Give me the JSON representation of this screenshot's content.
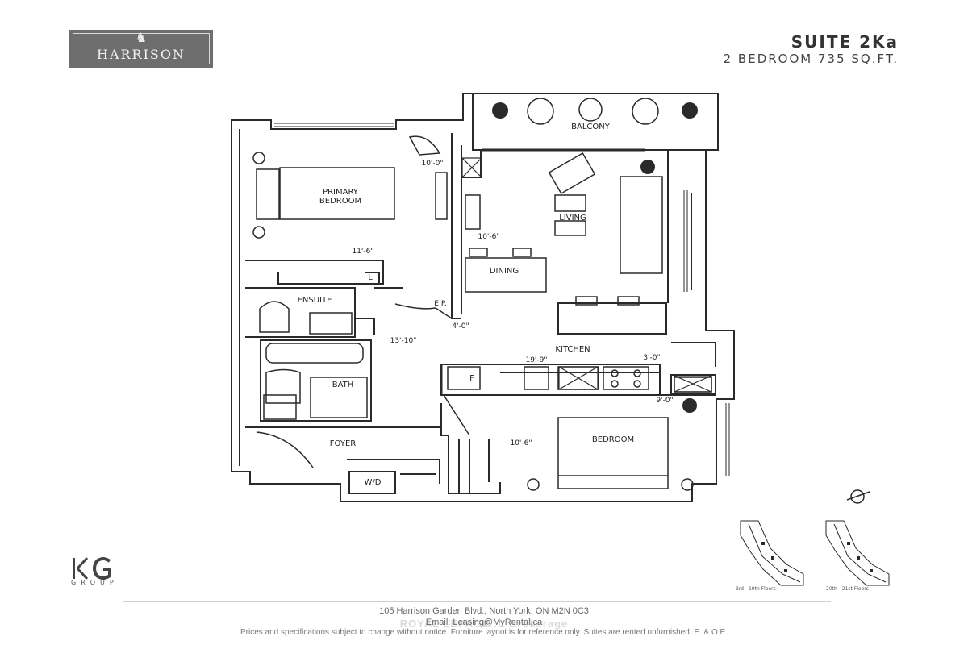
{
  "brand": {
    "name": "HARRISON",
    "developer_logo": "KG",
    "developer_word": "GROUP"
  },
  "suite": {
    "title": "SUITE 2Ka",
    "subtitle": "2 BEDROOM 735 SQ.FT."
  },
  "rooms": {
    "balcony": "BALCONY",
    "primary_bedroom_line1": "PRIMARY",
    "primary_bedroom_line2": "BEDROOM",
    "living": "LIVING",
    "dining": "DINING",
    "ensuite": "ENSUITE",
    "kitchen": "KITCHEN",
    "bath": "BATH",
    "foyer": "FOYER",
    "bedroom": "BEDROOM",
    "wd": "W/D",
    "fridge": "F",
    "linen": "L",
    "ep": "E.P."
  },
  "dimensions": {
    "primary_w": "10'-0\"",
    "primary_l": "11'-6\"",
    "living_w": "10'-6\"",
    "ep_w": "4'-0\"",
    "kitchen_l": "13'-10\"",
    "kitchen_w": "19'-9\"",
    "kitchen_d": "3'-0\"",
    "bedroom_w": "9'-0\"",
    "bedroom_l": "10'-6\""
  },
  "key_plans": [
    {
      "caption": "3rd - 19th Floors"
    },
    {
      "caption": "20th - 21st Floors"
    }
  ],
  "footer": {
    "address": "105 Harrison Garden Blvd., North York, ON M2N 0C3",
    "email": "Email: Leasing@MyRental.ca",
    "watermark": "ROYAL LEPAGE ... Brokerage",
    "disclaimer": "Prices and specifications subject to change without notice. Furniture layout is for reference only. Suites are rented unfurnished. E. & O.E."
  },
  "colors": {
    "logo_bg": "#6e6e6e",
    "line": "#2a2a2a"
  }
}
